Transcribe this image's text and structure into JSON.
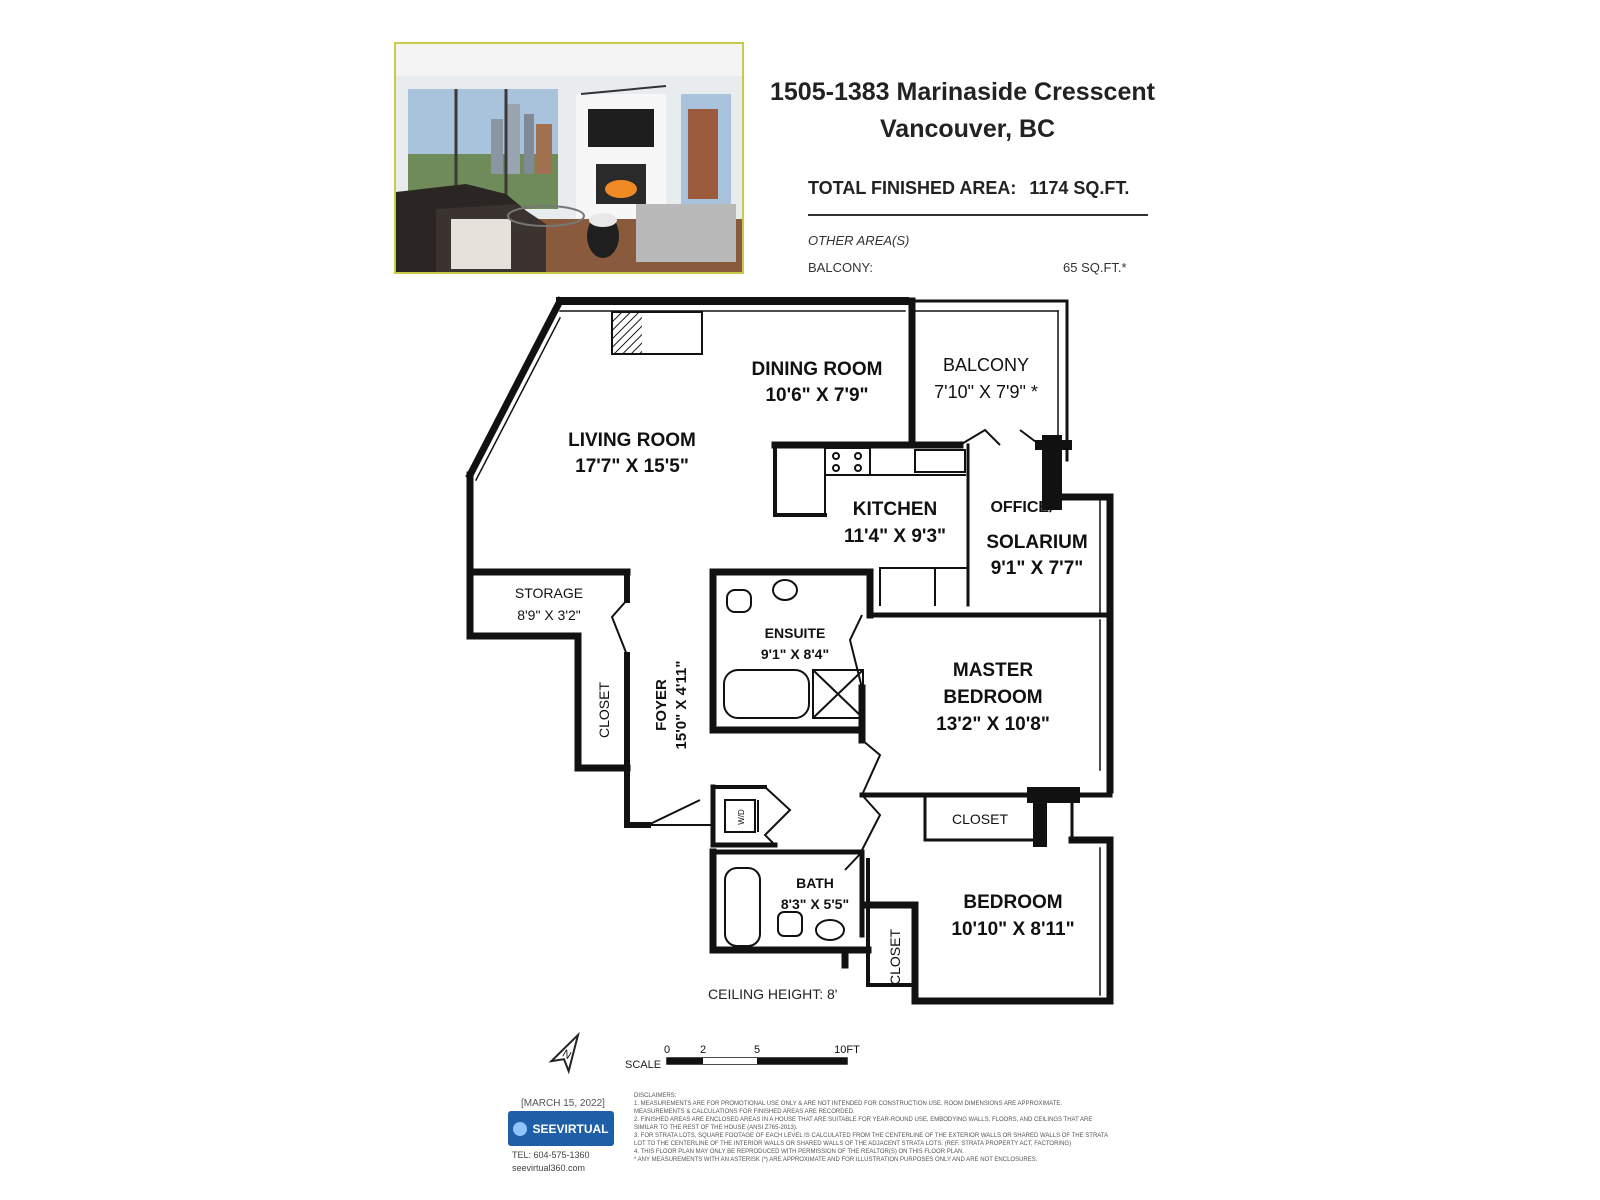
{
  "header": {
    "address_line1": "1505-1383 Marinaside Cresscent",
    "address_line2": "Vancouver, BC",
    "total_area_label": "TOTAL FINISHED AREA:",
    "total_area_value": "1174 SQ.FT.",
    "other_areas_label": "OTHER AREA(S)",
    "balcony_label": "BALCONY:",
    "balcony_value": "65 SQ.FT.*"
  },
  "rooms": {
    "living": {
      "name": "LIVING ROOM",
      "dims": "17'7\" X 15'5\""
    },
    "dining": {
      "name": "DINING ROOM",
      "dims": "10'6\" X 7'9\""
    },
    "balcony": {
      "name": "BALCONY",
      "dims": "7'10\" X 7'9\" *"
    },
    "kitchen": {
      "name": "KITCHEN",
      "dims": "11'4\" X 9'3\""
    },
    "office": {
      "name1": "OFFICE/",
      "name2": "SOLARIUM",
      "dims": "9'1\" X 7'7\""
    },
    "storage": {
      "name": "STORAGE",
      "dims": "8'9\" X 3'2\""
    },
    "ensuite": {
      "name": "ENSUITE",
      "dims": "9'1\" X 8'4\""
    },
    "foyer": {
      "name": "FOYER",
      "dims": "15'0\" X 4'11\""
    },
    "master": {
      "name1": "MASTER",
      "name2": "BEDROOM",
      "dims": "13'2\" X 10'8\""
    },
    "closet_left": {
      "name": "CLOSET"
    },
    "closet_master": {
      "name": "CLOSET"
    },
    "closet_bedroom": {
      "name": "CLOSET"
    },
    "bath": {
      "name": "BATH",
      "dims": "8'3\" X 5'5\""
    },
    "bedroom": {
      "name": "BEDROOM",
      "dims": "10'10\" X 8'11\""
    },
    "wd": {
      "name": "W/D"
    }
  },
  "ceiling_height": "CEILING HEIGHT: 8'",
  "scale": {
    "label": "SCALE",
    "ticks": [
      "0",
      "2",
      "5",
      "10FT"
    ]
  },
  "north_label": "N",
  "footer": {
    "date": "[MARCH 15, 2022]",
    "company": "SEEVIRTUAL",
    "phone": "TEL: 604-575-1360",
    "website": "seevirtual360.com",
    "disclaimer": [
      "DISCLAIMERS:",
      "1. MEASUREMENTS ARE FOR PROMOTIONAL USE ONLY & ARE NOT INTENDED FOR CONSTRUCTION USE. ROOM DIMENSIONS ARE APPROXIMATE.",
      "MEASUREMENTS & CALCULATIONS FOR FINISHED AREAS ARE RECORDED.",
      "2. FINISHED AREAS ARE ENCLOSED AREAS IN A HOUSE THAT ARE SUITABLE FOR YEAR-ROUND USE, EMBODYING WALLS, FLOORS, AND CEILINGS THAT ARE",
      "SIMILAR TO THE REST OF THE HOUSE (ANSI Z765-2013).",
      "3. FOR STRATA LOTS, SQUARE FOOTAGE OF EACH LEVEL IS CALCULATED FROM THE CENTERLINE OF THE EXTERIOR WALLS OR SHARED WALLS OF THE STRATA",
      "LOT TO THE CENTERLINE OF THE INTERIOR WALLS OR SHARED WALLS OF THE ADJACENT STRATA LOTS. (REF. STRATA PROPERTY ACT, FACTORING)",
      "4. THIS FLOOR PLAN MAY ONLY BE REPRODUCED WITH PERMISSION OF THE REALTOR(S) ON THIS FLOOR PLAN.",
      "* ANY MEASUREMENTS WITH AN ASTERISK (*) ARE APPROXIMATE AND FOR ILLUSTRATION PURPOSES ONLY AND ARE NOT ENCLOSURES."
    ]
  }
}
